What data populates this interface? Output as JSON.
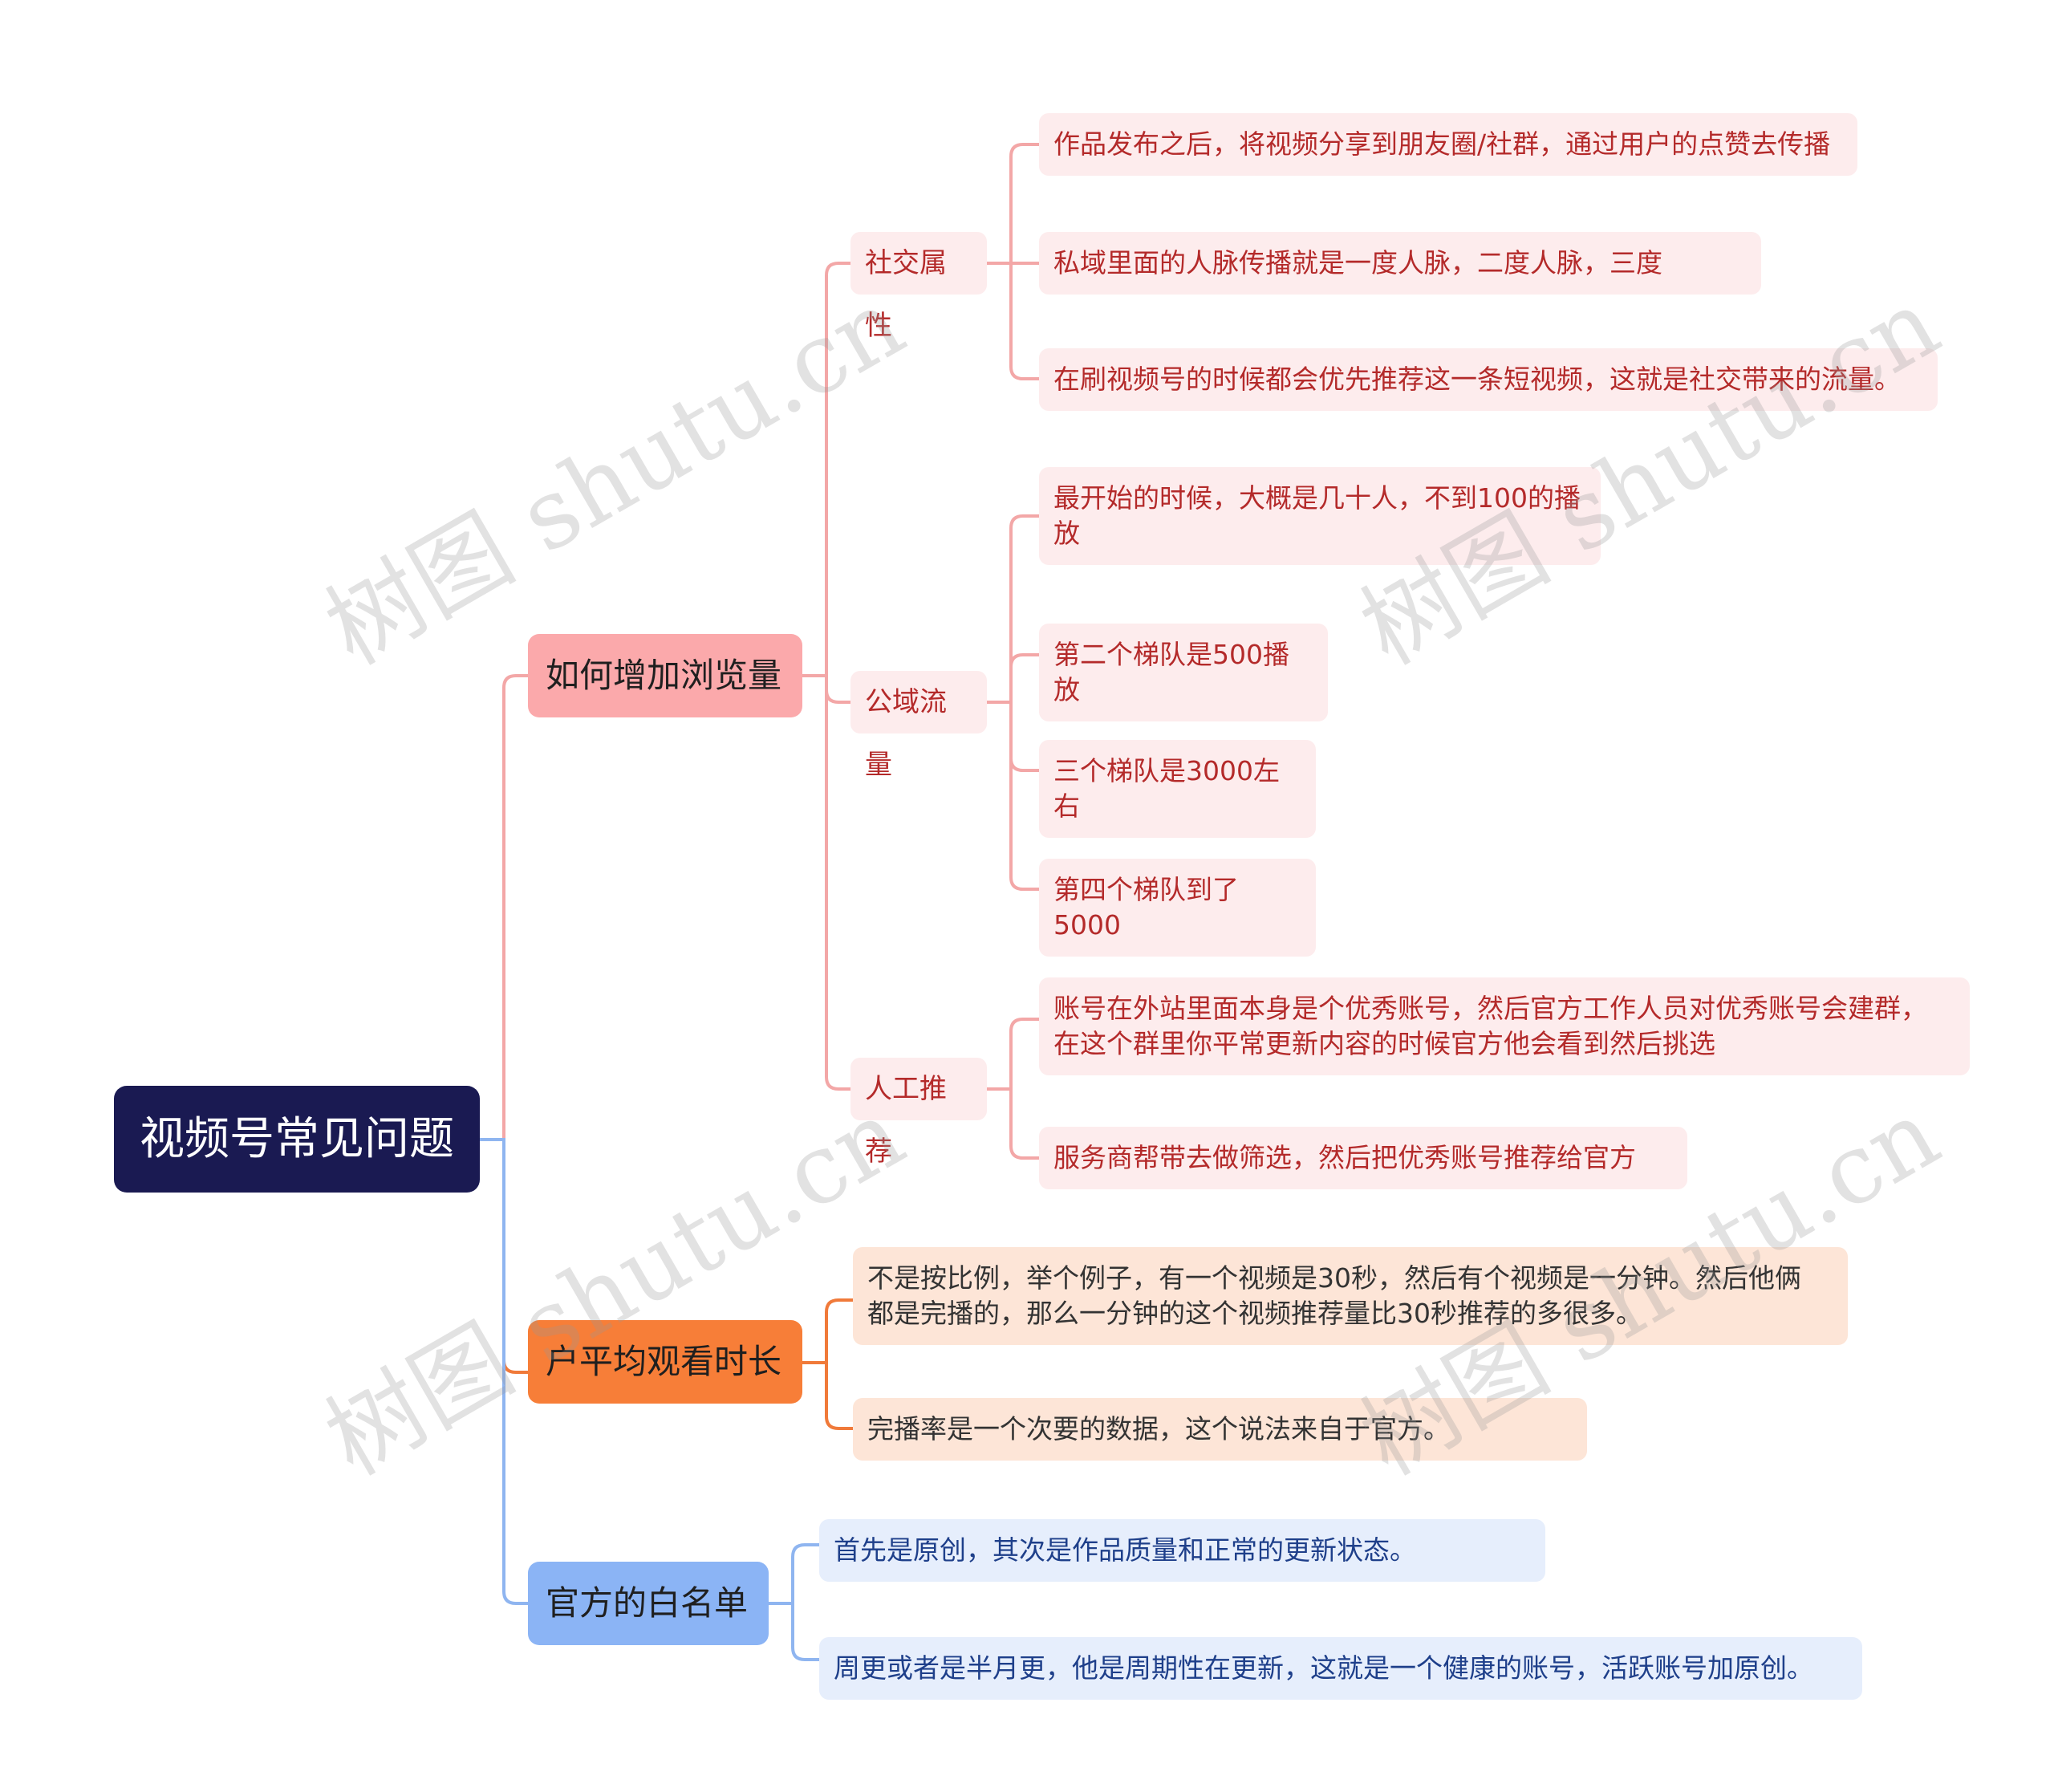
{
  "root": {
    "label": "视频号常见问题"
  },
  "branches": [
    {
      "label": "如何增加浏览量",
      "children": [
        {
          "label": "社交属性",
          "leaves": [
            "作品发布之后，将视频分享到朋友圈/社群，通过用户的点赞去传播",
            "私域里面的人脉传播就是一度人脉，二度人脉，三度",
            "在刷视频号的时候都会优先推荐这一条短视频，这就是社交带来的流量。"
          ]
        },
        {
          "label": "公域流量",
          "leaves": [
            "最开始的时候，大概是几十人，不到100的播\n放",
            "第二个梯队是500播放",
            "三个梯队是3000左右",
            "第四个梯队到了5000"
          ]
        },
        {
          "label": "人工推荐",
          "leaves": [
            "账号在外站里面本身是个优秀账号，然后官方工作人员对优秀账号会建群，\n在这个群里你平常更新内容的时候官方他会看到然后挑选",
            "服务商帮带去做筛选，然后把优秀账号推荐给官方"
          ]
        }
      ]
    },
    {
      "label": "户平均观看时长",
      "leaves": [
        "不是按比例，举个例子，有一个视频是30秒，然后有个视频是一分钟。然后他俩\n都是完播的，那么一分钟的这个视频推荐量比30秒推荐的多很多。",
        "完播率是一个次要的数据，这个说法来自于官方。"
      ]
    },
    {
      "label": "官方的白名单",
      "leaves": [
        "首先是原创，其次是作品质量和正常的更新状态。",
        "周更或者是半月更，他是周期性在更新，这就是一个健康的账号，活跃账号加原创。"
      ]
    }
  ],
  "colors": {
    "root_bg": "#1a1a52",
    "branch_pink": "#fba9ab",
    "branch_orange": "#f77e38",
    "branch_blue": "#8bb4f5",
    "leaf_pink_bg": "#fdeced",
    "leaf_orange_bg": "#fde5d7",
    "leaf_blue_bg": "#e6eefc",
    "line_pink": "#f3a7a7",
    "line_orange": "#f07a3a",
    "line_blue": "#8fb5f0"
  },
  "watermark": {
    "text": "树图 shutu.cn"
  }
}
